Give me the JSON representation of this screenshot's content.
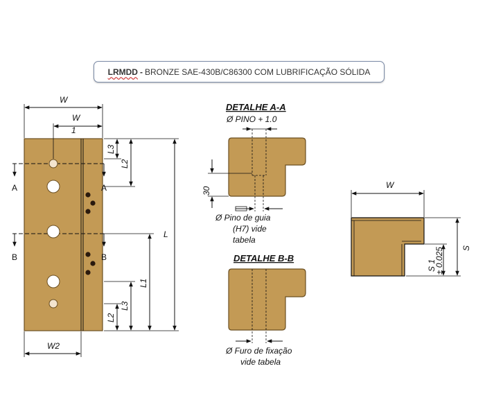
{
  "title": {
    "code": "LRMDD",
    "separator": "-",
    "description": "BRONZE SAE-430B/C86300 COM LUBRIFICAÇÃO SÓLIDA"
  },
  "front_view": {
    "dim_w": "W",
    "dim_w1_main": "W",
    "dim_w1_sub": "1",
    "dim_w2": "W2",
    "dim_l": "L",
    "dim_l1": "L1",
    "dim_l2_top": "L2",
    "dim_l3_top": "L3",
    "dim_l2_bottom": "L2",
    "dim_l3_bottom": "L3",
    "section_a_left": "A",
    "section_a_right": "A",
    "section_b_left": "B",
    "section_b_right": "B"
  },
  "detail_a": {
    "heading": "DETALHE A-A",
    "pin_label": "Ø PINO + 1.0",
    "dim_30": "30",
    "guide_pin_line1": "Ø Pino de guia",
    "guide_pin_line2": "(H7) vide",
    "guide_pin_line3": "tabela"
  },
  "detail_b": {
    "heading": "DETALHE B-B",
    "hole_line1": "Ø Furo de fixação",
    "hole_line2": "vide tabela"
  },
  "side_view": {
    "dim_w": "W",
    "dim_s": "S",
    "dim_s1": "S 1",
    "tolerance": "± 0.025"
  },
  "colors": {
    "bronze": "#c39a55",
    "bronze_dark": "#8e6a30",
    "line": "#111111"
  }
}
